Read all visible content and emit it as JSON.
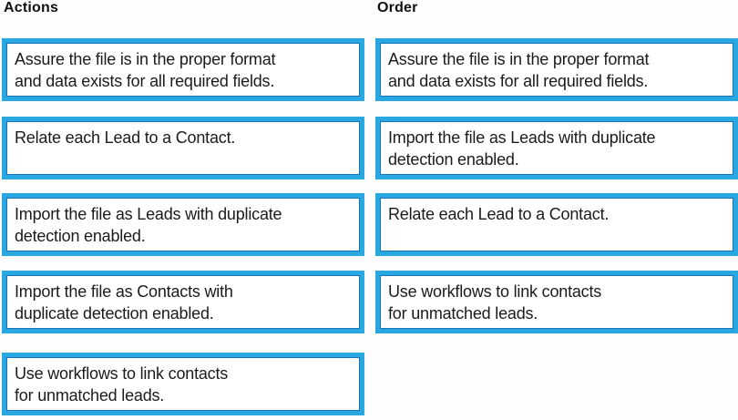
{
  "colors": {
    "box_border": "#29a7e0",
    "box_inner_line": "#1a73b8",
    "text": "#1b1b1b",
    "background": "#fdfdfd"
  },
  "columns": {
    "actions": {
      "heading": "Actions",
      "items": [
        "Assure the file is in the proper format\nand data exists for all required fields.",
        "Relate each Lead to a Contact.",
        "Import the file as Leads with duplicate\ndetection enabled.",
        "Import the file as Contacts with\nduplicate detection enabled.",
        "Use workflows to link contacts\nfor unmatched leads."
      ]
    },
    "order": {
      "heading": "Order",
      "items": [
        "Assure the file is in the proper format\nand data exists for all required fields.",
        "Import the file as Leads with duplicate\ndetection enabled.",
        "Relate each Lead to a Contact.",
        "Use workflows to link contacts\nfor unmatched leads."
      ]
    }
  }
}
